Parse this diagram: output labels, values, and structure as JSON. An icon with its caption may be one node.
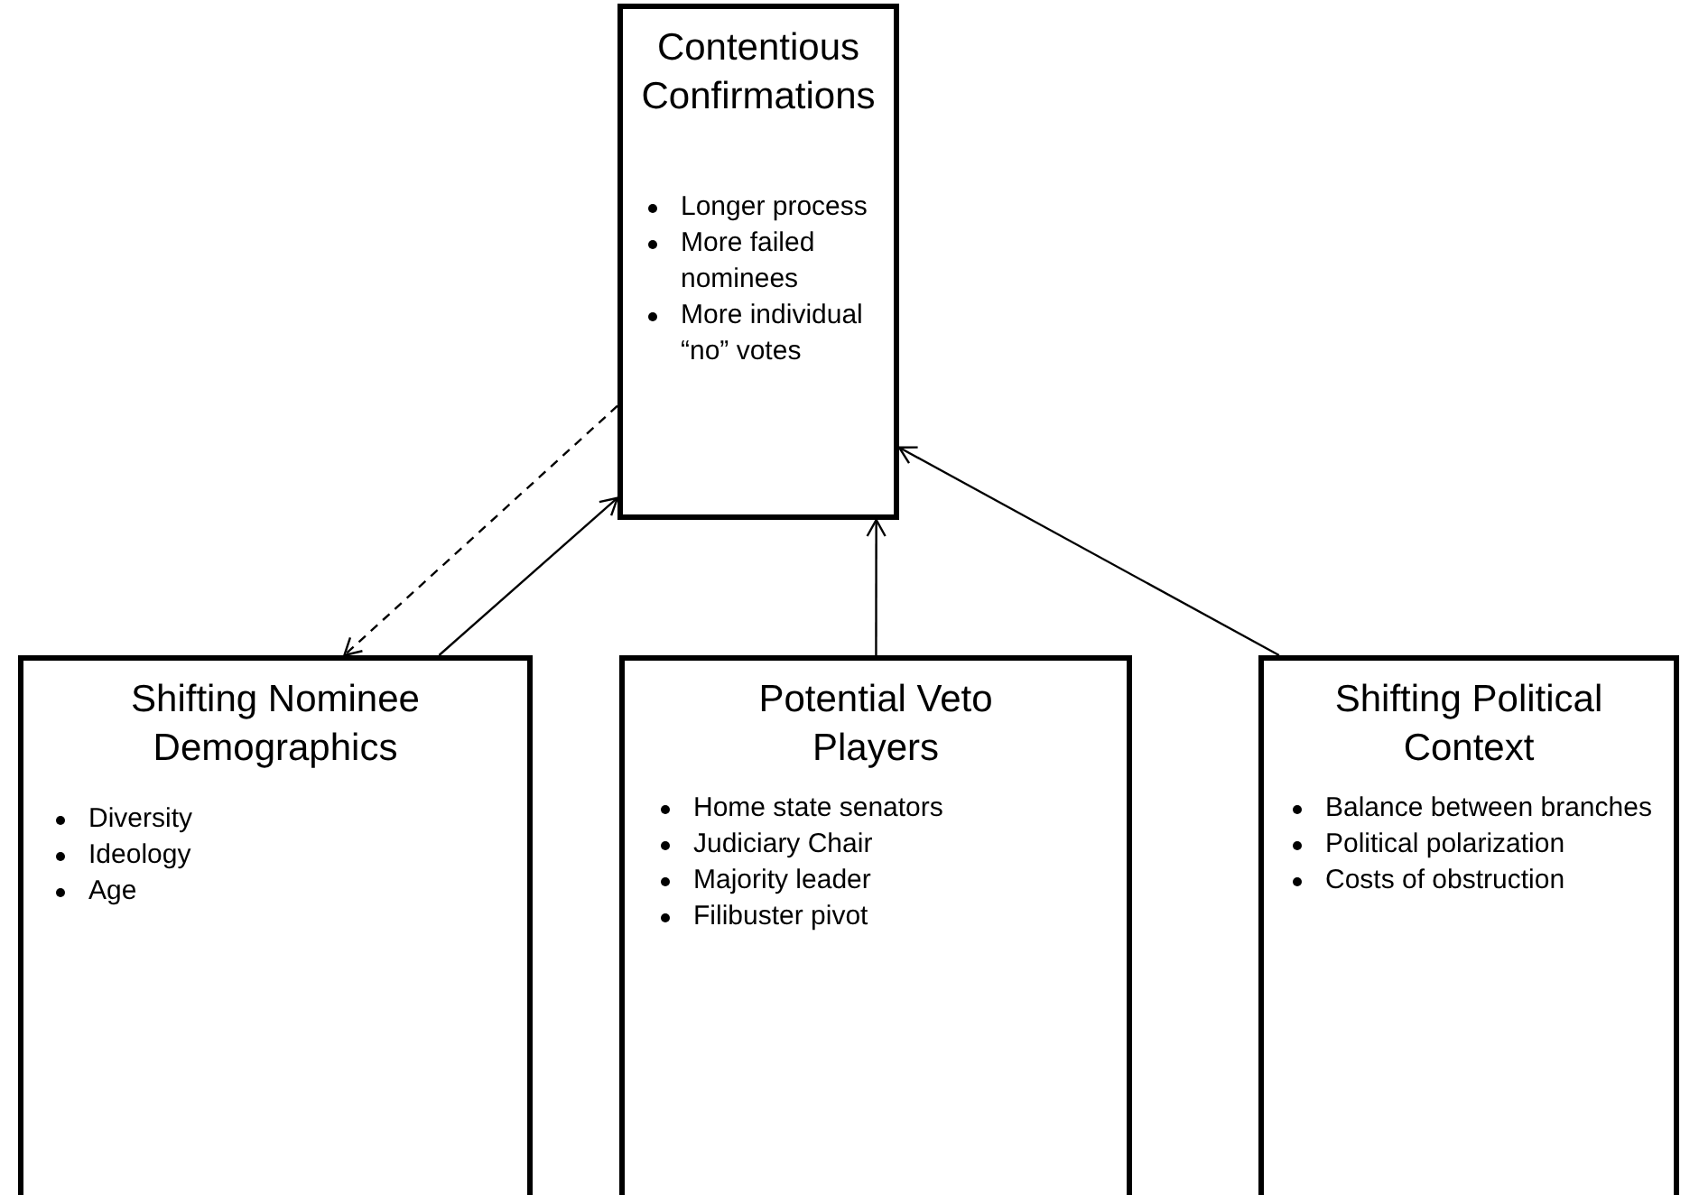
{
  "diagram": {
    "nodes": [
      {
        "text": [
          "Contentious Confirmations",
          "Longer process",
          "More failed nominees",
          "More individual “no” votes"
        ]
      },
      {
        "text": [
          "Shifting Nominee Demographics",
          "Diversity",
          "Ideology",
          "Age"
        ]
      },
      {
        "text": [
          "Potential Veto Players",
          "Home state senators",
          "Judiciary Chair",
          "Majority leader",
          "Filibuster pivot"
        ]
      },
      {
        "text": [
          "Shifting Political Context",
          "Balance between branches",
          "Political polarization",
          "Costs of obstruction"
        ]
      }
    ],
    "edges": [
      {
        "from": 0,
        "to": 1,
        "arrow": "to",
        "style": "dashed"
      },
      {
        "from": 1,
        "to": 0,
        "arrow": "to"
      },
      {
        "from": 2,
        "to": 0,
        "arrow": "to"
      },
      {
        "from": 3,
        "to": 0,
        "arrow": "to"
      }
    ]
  }
}
